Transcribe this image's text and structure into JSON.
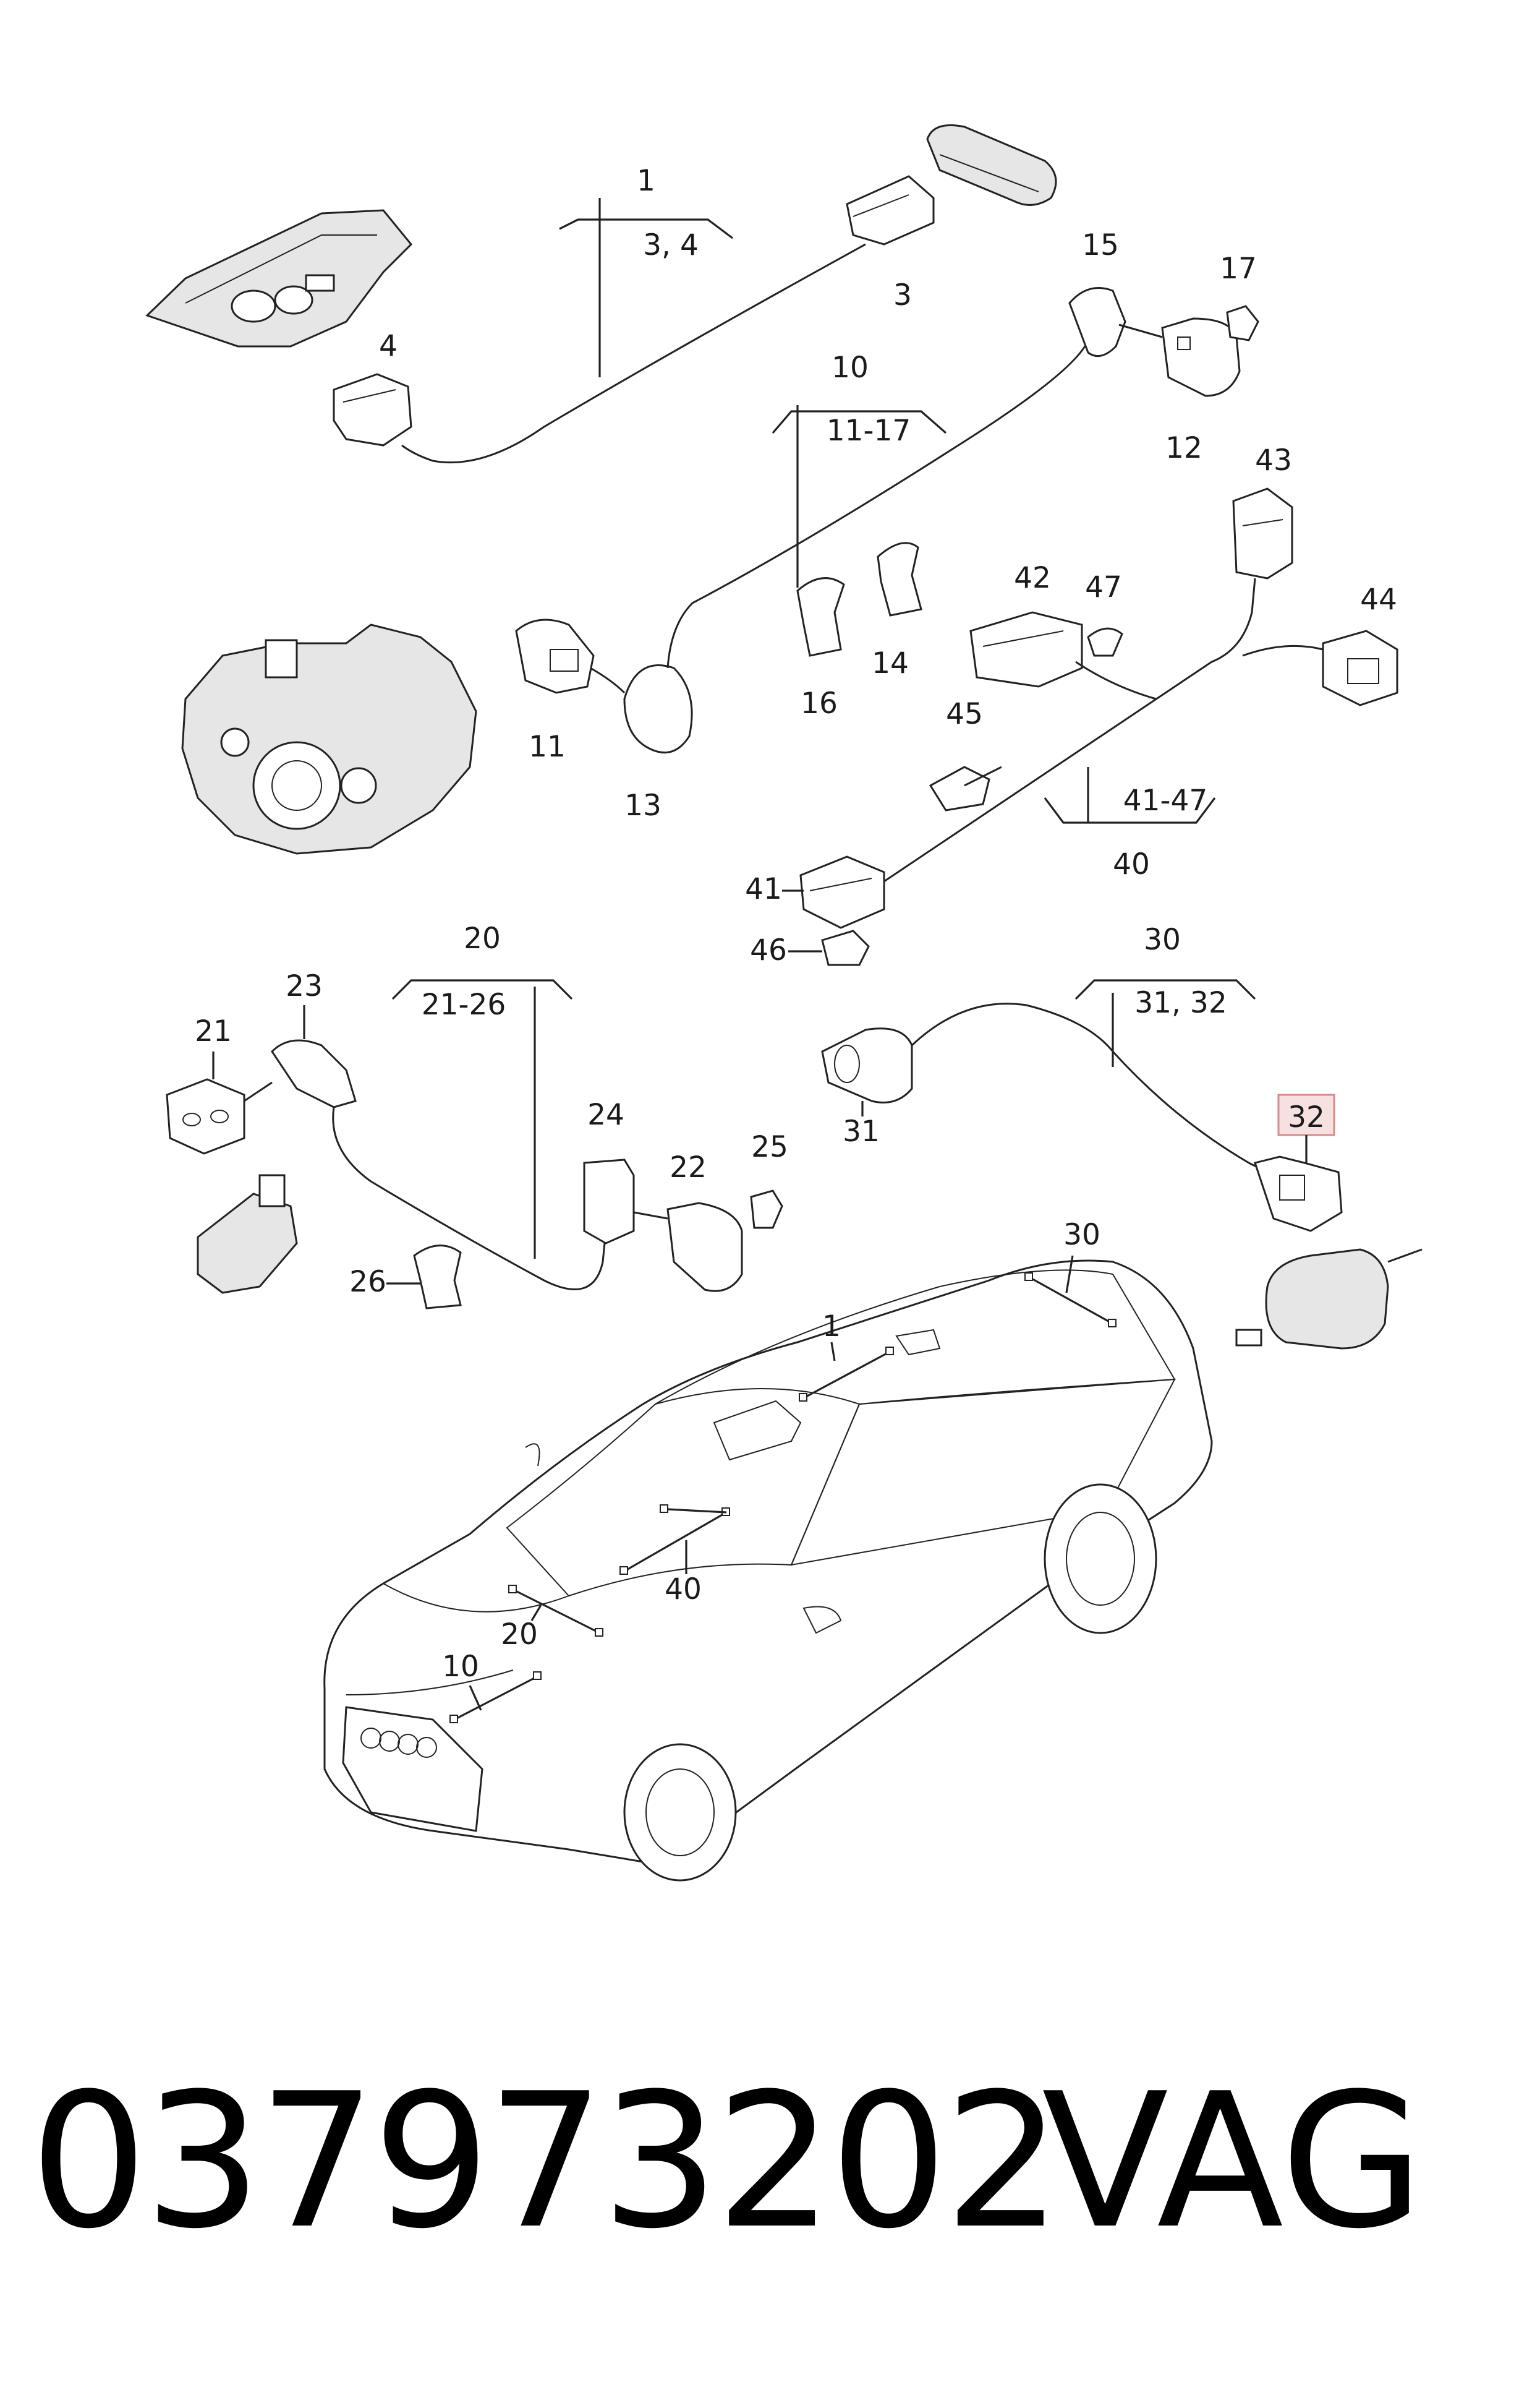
{
  "callouts": {
    "c1": "1",
    "c1_range": "3, 4",
    "c3": "3",
    "c4": "4",
    "c10": "10",
    "c10_range": "11-17",
    "c11": "11",
    "c12": "12",
    "c13": "13",
    "c14": "14",
    "c15": "15",
    "c16": "16",
    "c17": "17",
    "c20": "20",
    "c20_range": "21-26",
    "c21": "21",
    "c22": "22",
    "c23": "23",
    "c24": "24",
    "c25": "25",
    "c26": "26",
    "c30": "30",
    "c30_range": "31, 32",
    "c31": "31",
    "c32": "32",
    "c40": "40",
    "c40_range": "41-47",
    "c41": "41",
    "c42": "42",
    "c43": "43",
    "c44": "44",
    "c45": "45",
    "c46": "46",
    "c47": "47",
    "car1": "1",
    "car10": "10",
    "car20": "20",
    "car30": "30",
    "car40": "40"
  },
  "highlight_color": "#d98a8a",
  "footer": {
    "part_number": "037973202",
    "brand": "VAG"
  }
}
